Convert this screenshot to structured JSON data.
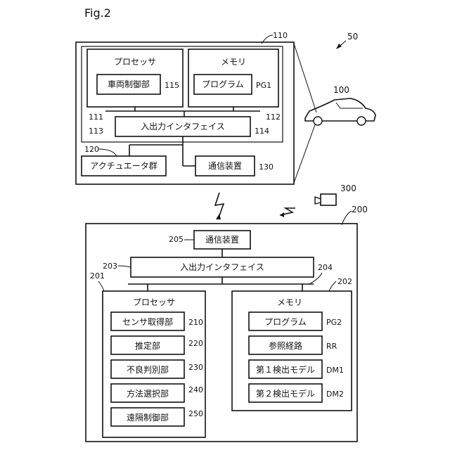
{
  "figure_label": "Fig.2",
  "system_ref": "50",
  "vehicle": {
    "ref": "100",
    "ecu": {
      "ref": "110",
      "processor": {
        "label": "プロセッサ",
        "ref": "111",
        "vehicle_control": {
          "label": "車両制御部",
          "ref": "115"
        }
      },
      "memory": {
        "label": "メモリ",
        "ref": "112",
        "program": {
          "label": "プログラム",
          "ref": "PG1"
        }
      },
      "bus_ref": "113",
      "io_interface": {
        "label": "入出力インタフェイス",
        "ref": "114"
      },
      "actuators": {
        "label": "アクチュエータ群",
        "ref": "120"
      },
      "comm": {
        "label": "通信装置",
        "ref": "130"
      }
    }
  },
  "camera_ref": "300",
  "server": {
    "ref": "200",
    "comm": {
      "label": "通信装置",
      "ref": "205"
    },
    "io_interface": {
      "label": "入出力インタフェイス",
      "ref": "203"
    },
    "bus_ref": "204",
    "processor": {
      "label": "プロセッサ",
      "ref": "201",
      "units": [
        {
          "label": "センサ取得部",
          "ref": "210"
        },
        {
          "label": "推定部",
          "ref": "220"
        },
        {
          "label": "不良判別部",
          "ref": "230"
        },
        {
          "label": "方法選択部",
          "ref": "240"
        },
        {
          "label": "遠隔制御部",
          "ref": "250"
        }
      ]
    },
    "memory": {
      "label": "メモリ",
      "ref": "202",
      "items": [
        {
          "label": "プログラム",
          "ref": "PG2"
        },
        {
          "label": "参照経路",
          "ref": "RR"
        },
        {
          "label": "第１検出モデル",
          "ref": "DM1"
        },
        {
          "label": "第２検出モデル",
          "ref": "DM2"
        }
      ]
    }
  }
}
